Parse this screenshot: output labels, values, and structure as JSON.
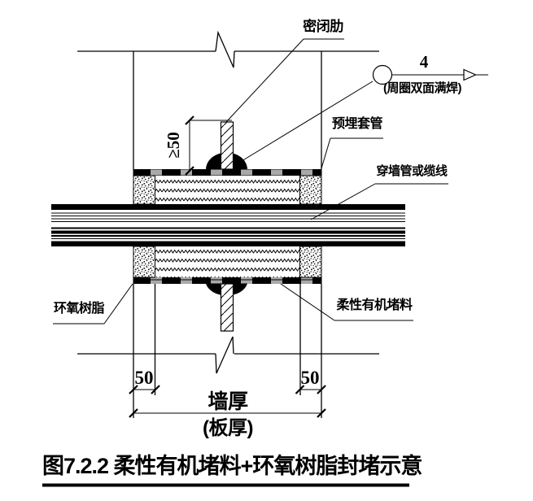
{
  "figure": {
    "title": "图7.2.2 柔性有机堵料+环氧树脂封堵示意"
  },
  "labels": {
    "sealed_rib": "密闭肋",
    "weld_size": "4",
    "weld_note": "(周圈双面满焊)",
    "embedded_sleeve": "预埋套管",
    "pipe_or_cable": "穿墙管或缆线",
    "epoxy_resin": "环氧树脂",
    "flexible_sealant": "柔性有机堵料"
  },
  "dimensions": {
    "rib_height": "≥50",
    "left_edge": "50",
    "right_edge": "50",
    "wall_thickness": "墙厚",
    "plate_thickness": "(板厚)"
  },
  "colors": {
    "line": "#000000",
    "background": "#ffffff"
  }
}
